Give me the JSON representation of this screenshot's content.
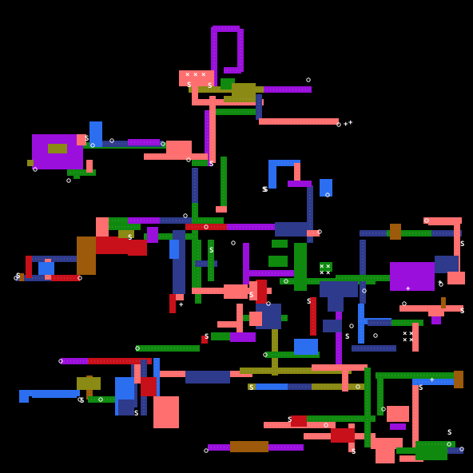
{
  "map": {
    "background": "#000000",
    "palette": {
      "pink": "#ff6f6f",
      "green": "#0f8a0f",
      "purple": "#9a0fdc",
      "blue": "#2c6ef0",
      "navy": "#2e3a8c",
      "olive": "#8a8a14",
      "brown": "#9c5a0a",
      "red": "#c8101a",
      "white": "#ffffff"
    },
    "legend_glyphs": {
      "start": "S",
      "plus": "+",
      "cross": "×",
      "ring": "o"
    },
    "markers": {
      "s_labels": [
        "S",
        "S",
        "S",
        "S",
        "S",
        "S",
        "S",
        "S",
        "S",
        "S",
        "S",
        "S",
        "S",
        "S",
        "S",
        "S",
        "S",
        "S",
        "S",
        "S",
        "S",
        "S",
        "S"
      ]
    },
    "icons": [
      "start-marker-icon",
      "door-ring-icon",
      "cross-marker-icon",
      "plus-marker-icon"
    ]
  }
}
